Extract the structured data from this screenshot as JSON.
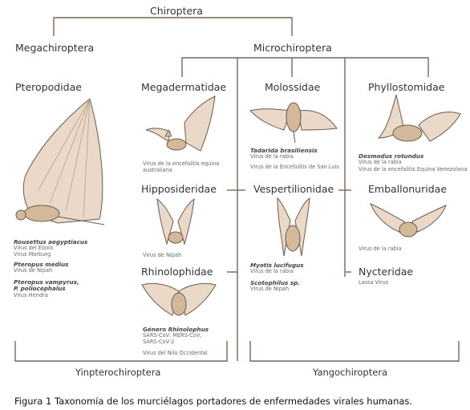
{
  "root": "Chiroptera",
  "suborders": {
    "mega": "Megachiroptera",
    "micro": "Microchiroptera"
  },
  "families": {
    "pteropodidae": {
      "name": "Pteropodidae",
      "entries": [
        {
          "species": "Rousettus aegyptiacus",
          "viruses": [
            "Virus del Ébola",
            "Virus Marburg"
          ]
        },
        {
          "species": "Pteropus medius",
          "viruses": [
            "Virus de Nipah"
          ]
        },
        {
          "species_line1": "Pteropus vampyrus,",
          "species_line2": "P. poliocephalus",
          "viruses": [
            "Virus Hendra"
          ]
        }
      ]
    },
    "megadermatidae": {
      "name": "Megadermatidae",
      "viruses": [
        "Virus de la encefalitis equina",
        "australiana"
      ]
    },
    "hipposideridae": {
      "name": "Hipposideridae",
      "viruses": [
        "Virus de Nipah"
      ]
    },
    "rhinolophidae": {
      "name": "Rhinolophidae",
      "species_prefix": "Género",
      "species": "Rhinolophus",
      "viruses": [
        "SARS-CoV, MERS-CoV,",
        "SARS-CoV-2"
      ],
      "extra": "Virus del Nilo Occidental"
    },
    "molossidae": {
      "name": "Molossidae",
      "species": "Tadarida brasiliensis",
      "viruses": [
        "Virus de la rabia"
      ],
      "extra": "Virus de la Encefalitis de San Luis"
    },
    "vespertilionidae": {
      "name": "Vespertilionidae",
      "entries": [
        {
          "species": "Myotis lucifugus",
          "viruses": [
            "Virus de la rabia"
          ]
        },
        {
          "species": "Scotophilus sp.",
          "viruses": [
            "Virus de Nipah"
          ]
        }
      ]
    },
    "phyllostomidae": {
      "name": "Phyllostomidae",
      "species": "Desmodus rotundus",
      "viruses": [
        "Virus de la rabia",
        "Virus de la encefalitis Equina Venezolana"
      ]
    },
    "emballonuridae": {
      "name": "Emballonuridae",
      "viruses": [
        "Virus de la rabia"
      ]
    },
    "nycteridae": {
      "name": "Nycteridae",
      "viruses": [
        "Lassa Virus"
      ]
    }
  },
  "clades": {
    "yin": "Yinpterochiroptera",
    "yango": "Yangochiroptera"
  },
  "caption": "Figura 1 Taxonomía de los murciélagos portadores de enfermedades virales humanas.",
  "colors": {
    "line": "#7a6658",
    "wing": "#ead9c8",
    "body": "#d4b89a",
    "outline": "#6b5a4e"
  }
}
